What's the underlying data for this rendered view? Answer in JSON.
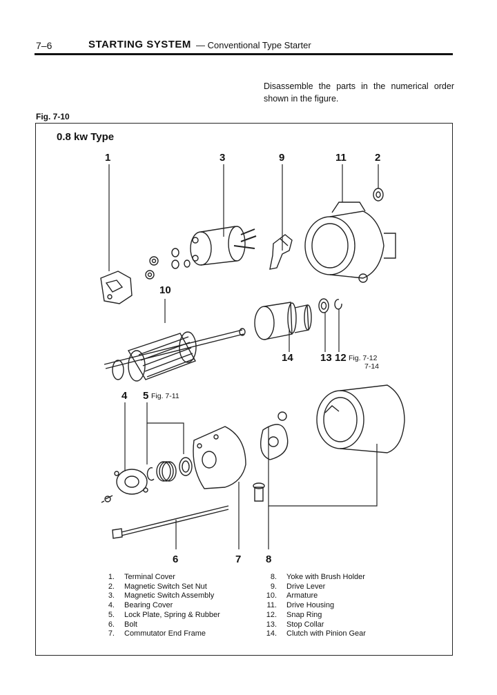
{
  "header": {
    "page_number": "7–6",
    "section_title": "STARTING SYSTEM",
    "section_subtitle": "— Conventional Type Starter"
  },
  "instruction": "Disassemble the parts in the numerical order shown in the figure.",
  "figure": {
    "label": "Fig. 7-10",
    "type_title": "0.8 kw Type",
    "callouts": {
      "c1": "1",
      "c2": "2",
      "c3": "3",
      "c4": "4",
      "c5": "5",
      "c6": "6",
      "c7": "7",
      "c8": "8",
      "c9": "9",
      "c10": "10",
      "c11": "11",
      "c12": "12",
      "c13": "13",
      "c14": "14"
    },
    "refs": {
      "r5": "Fig. 7-11",
      "r12a": "Fig. 7-12",
      "r12b": "7-14"
    }
  },
  "legend": {
    "left": [
      {
        "n": "1.",
        "label": "Terminal Cover"
      },
      {
        "n": "2.",
        "label": "Magnetic Switch Set Nut"
      },
      {
        "n": "3.",
        "label": "Magnetic Switch Assembly"
      },
      {
        "n": "4.",
        "label": "Bearing Cover"
      },
      {
        "n": "5.",
        "label": "Lock Plate, Spring & Rubber"
      },
      {
        "n": "6.",
        "label": "Bolt"
      },
      {
        "n": "7.",
        "label": "Commutator End Frame"
      }
    ],
    "right": [
      {
        "n": "8.",
        "label": "Yoke with Brush Holder"
      },
      {
        "n": "9.",
        "label": "Drive Lever"
      },
      {
        "n": "10.",
        "label": "Armature"
      },
      {
        "n": "11.",
        "label": "Drive Housing"
      },
      {
        "n": "12.",
        "label": "Snap Ring"
      },
      {
        "n": "13.",
        "label": "Stop Collar"
      },
      {
        "n": "14.",
        "label": "Clutch with Pinion Gear"
      }
    ]
  }
}
